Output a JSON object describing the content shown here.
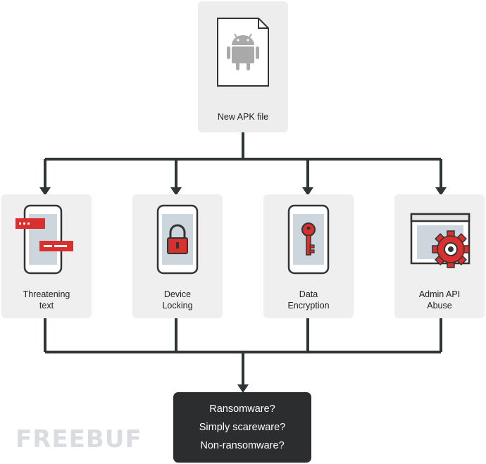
{
  "top": {
    "label": "New APK file"
  },
  "behaviors": [
    {
      "label": "Threatening\ntext",
      "icon": "threatening-text-phone-icon"
    },
    {
      "label": "Device\nLocking",
      "icon": "padlock-phone-icon"
    },
    {
      "label": "Data\nEncryption",
      "icon": "key-phone-icon"
    },
    {
      "label": "Admin API\nAbuse",
      "icon": "admin-gear-window-icon"
    }
  ],
  "result": {
    "lines": [
      "Ransomware?",
      "Simply scareware?",
      "Non-ransomware?"
    ]
  },
  "watermark": {
    "text": "FREEBUF"
  },
  "colors": {
    "accent": "#d8302f",
    "dark": "#2b2d2f",
    "line": "#2f3436",
    "card": "#efefef"
  }
}
